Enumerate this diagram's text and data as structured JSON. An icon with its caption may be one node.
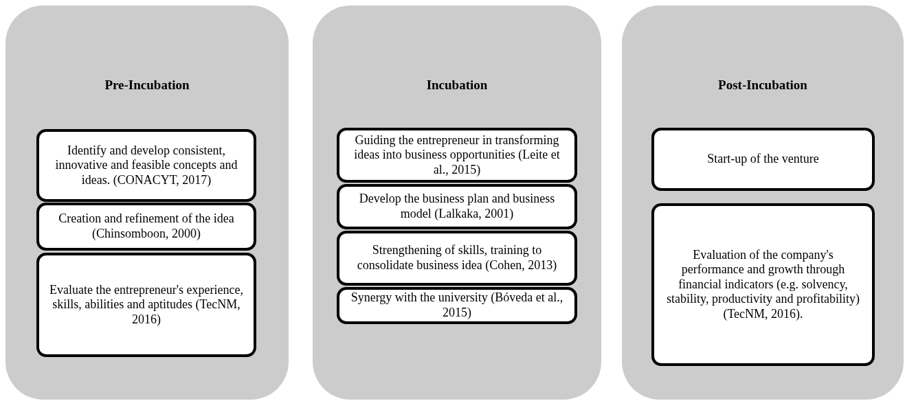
{
  "diagram": {
    "nodes": [
      {
        "text": [
          "Pre-Incubation"
        ]
      },
      {
        "text": [
          "Identify and develop consistent, innovative and feasible concepts and ideas. (CONACYT, 2017)"
        ],
        "in": 0
      },
      {
        "text": [
          "Creation and refinement of the idea (Chinsomboon, 2000)"
        ],
        "in": 0
      },
      {
        "text": [
          "Evaluate the entrepreneur's experience, skills, abilities and aptitudes (TecNM, 2016)"
        ],
        "in": 0
      },
      {
        "text": [
          "Incubation"
        ]
      },
      {
        "text": [
          "Guiding the entrepreneur in transforming ideas into business opportunities (Leite et al., 2015)"
        ],
        "in": 4
      },
      {
        "text": [
          "Develop the business plan and business model (Lalkaka, 2001)"
        ],
        "in": 4
      },
      {
        "text": [
          "Strengthening of skills, training to consolidate business idea (Cohen, 2013)"
        ],
        "in": 4
      },
      {
        "text": [
          "Synergy with the university (Bóveda et al., 2015)"
        ],
        "in": 4
      },
      {
        "text": [
          "Post-Incubation"
        ]
      },
      {
        "text": [
          "Start-up of the venture"
        ],
        "in": 9
      },
      {
        "text": [
          "Evaluation of the company's performance and growth through financial indicators (e.g. solvency, stability, productivity and profitability) (TecNM, 2016)."
        ],
        "in": 9
      }
    ],
    "edges": []
  }
}
